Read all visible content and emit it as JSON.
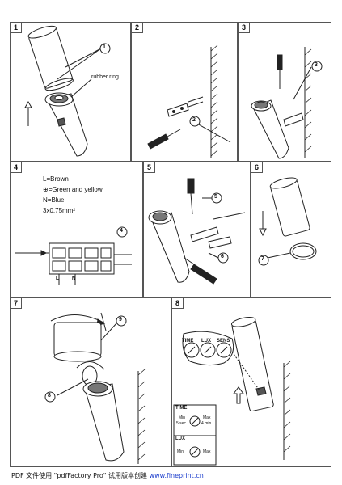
{
  "panels": [
    {
      "num": "1",
      "callouts": [
        "1"
      ],
      "label": "rubber ring"
    },
    {
      "num": "2",
      "callouts": [
        "2"
      ]
    },
    {
      "num": "3",
      "callouts": [
        "3"
      ]
    },
    {
      "num": "4",
      "callouts": [
        "4"
      ],
      "legend": [
        "L=Brown",
        "=Green and yellow",
        "N=Blue",
        "3x0.75mm²"
      ],
      "terminal": {
        "l": "L",
        "n": "N"
      }
    },
    {
      "num": "5",
      "callouts": [
        "5",
        "6"
      ]
    },
    {
      "num": "6",
      "callouts": [
        "7"
      ]
    },
    {
      "num": "7",
      "callouts": [
        "9",
        "8"
      ]
    },
    {
      "num": "8",
      "sensor_labels": [
        "TIME",
        "LUX",
        "SENS"
      ],
      "time": {
        "title": "TIME",
        "min": "Min",
        "min_val": "5 sec.",
        "max": "Max",
        "max_val": "4 min."
      },
      "lux": {
        "title": "LUX",
        "min": "Min",
        "max": "Max"
      }
    }
  ],
  "footer": {
    "text": "PDF 文件使用 \"pdfFactory Pro\" 试用版本创建 ",
    "link": "www.fineprint.cn"
  }
}
